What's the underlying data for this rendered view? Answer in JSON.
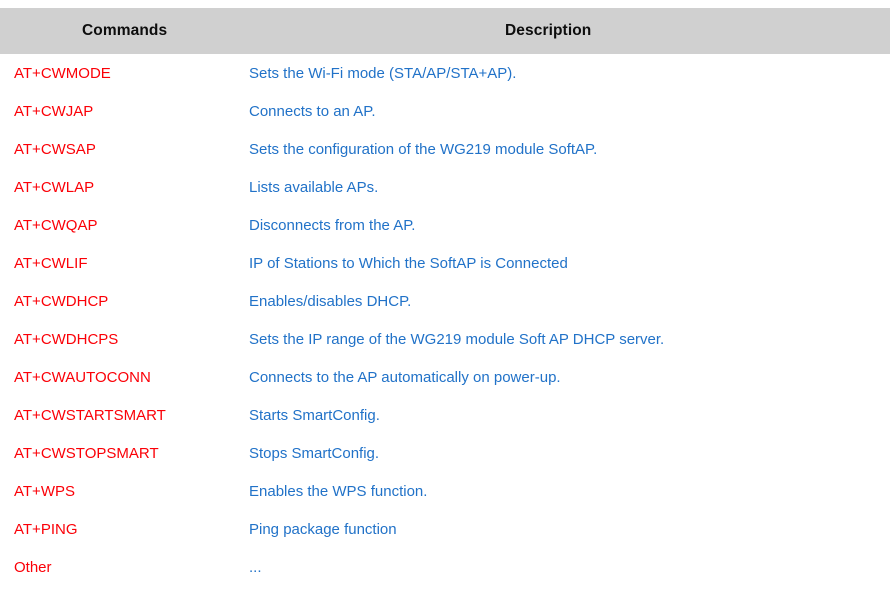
{
  "table": {
    "columns": {
      "commands_label": "Commands",
      "description_label": "Description"
    },
    "header_background": "#d0d0d0",
    "command_color": "#fb0007",
    "description_color": "#2172c8",
    "rows": [
      {
        "command": "AT+CWMODE",
        "description": "Sets the Wi-Fi mode (STA/AP/STA+AP)."
      },
      {
        "command": "AT+CWJAP",
        "description": "Connects to an AP."
      },
      {
        "command": "AT+CWSAP",
        "description": "Sets the configuration of the WG219 module SoftAP."
      },
      {
        "command": "AT+CWLAP",
        "description": "Lists available APs."
      },
      {
        "command": "AT+CWQAP",
        "description": "Disconnects from the AP."
      },
      {
        "command": "AT+CWLIF",
        "description": "IP of Stations to Which the SoftAP is Connected"
      },
      {
        "command": "AT+CWDHCP",
        "description": "Enables/disables DHCP."
      },
      {
        "command": "AT+CWDHCPS",
        "description": "Sets the IP range of the WG219 module Soft AP DHCP server."
      },
      {
        "command": "AT+CWAUTOCONN",
        "description": "Connects to the AP automatically on power-up."
      },
      {
        "command": "AT+CWSTARTSMART",
        "description": "Starts SmartConfig."
      },
      {
        "command": "AT+CWSTOPSMART",
        "description": "Stops SmartConfig."
      },
      {
        "command": "AT+WPS",
        "description": "Enables the WPS function."
      },
      {
        "command": "AT+PING",
        "description": "Ping package function"
      },
      {
        "command": "Other",
        "description": "..."
      }
    ]
  }
}
